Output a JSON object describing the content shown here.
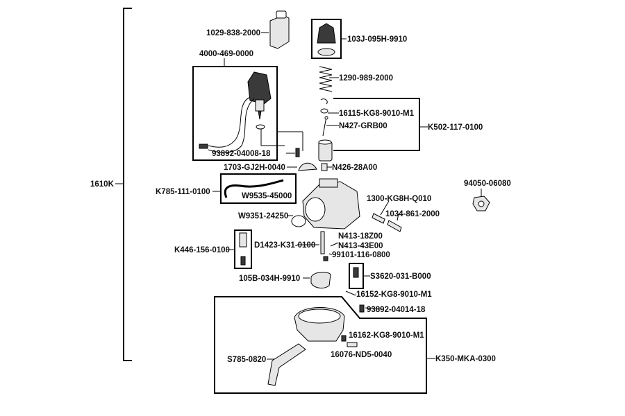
{
  "labels": {
    "assembly": "1610K",
    "cap_cover": "1029-838-2000",
    "choke_kit": "103J-095H-9910",
    "auto_choke": "4000-469-0000",
    "spring": "1290-989-2000",
    "clip": "16115-KG8-9010-M1",
    "needle": "N427-GRB00",
    "piston_set": "K502-117-0100",
    "screw_a": "93892-04008-18",
    "holder": "1703-GJ2H-0040",
    "jet_a": "N426-28A00",
    "hose_set": "K785-111-0100",
    "hose": "W9535-45000",
    "oring": "W9351-24250",
    "screw_set": "1300-KG8H-Q010",
    "screw_b": "1034-861-2000",
    "nut": "94050-06080",
    "jet_set": "K446-156-0100",
    "needle_jet": "D1423-K31-0100",
    "jet_b": "N413-18Z00",
    "jet_c": "N413-43E00",
    "jet_d": "99101-116-0800",
    "float": "105B-034H-9910",
    "valve_set": "S3620-031-B000",
    "pin": "16152-KG8-9010-M1",
    "screw_c": "93892-04014-18",
    "drain_screw": "16162-KG8-9010-M1",
    "drain_tube": "S785-0820",
    "washer": "16076-ND5-0040",
    "bowl_set": "K350-MKA-0300"
  }
}
